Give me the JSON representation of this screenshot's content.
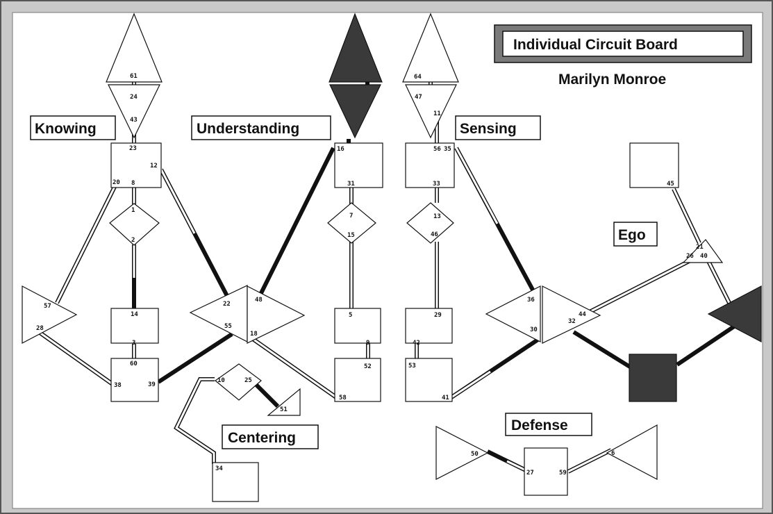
{
  "header": {
    "title": "Individual Circuit Board",
    "subject_name": "Marilyn Monroe"
  },
  "labels": {
    "knowing": "Knowing",
    "understanding": "Understanding",
    "sensing": "Sensing",
    "ego": "Ego",
    "centering": "Centering",
    "defense": "Defense"
  },
  "gates": {
    "g61": "61",
    "g24": "24",
    "g43": "43",
    "g23": "23",
    "g12": "12",
    "g20": "20",
    "g8": "8",
    "g1": "1",
    "g2": "2",
    "g14": "14",
    "g3": "3",
    "g60": "60",
    "g38": "38",
    "g39": "39",
    "g57": "57",
    "g28": "28",
    "g22": "22",
    "g55": "55",
    "g48": "48",
    "g18": "18",
    "g16": "16",
    "g31": "31",
    "g7": "7",
    "g15": "15",
    "g5": "5",
    "g9": "9",
    "g52": "52",
    "g58": "58",
    "g64": "64",
    "g47": "47",
    "g11": "11",
    "g56": "56",
    "g35": "35",
    "g33": "33",
    "g13": "13",
    "g46": "46",
    "g29": "29",
    "g42": "42",
    "g53": "53",
    "g41": "41",
    "g36": "36",
    "g30": "30",
    "g32": "32",
    "g44": "44",
    "g21": "21",
    "g26": "26",
    "g40": "40",
    "g45": "45",
    "g10": "10",
    "g25": "25",
    "g51": "51",
    "g34": "34",
    "g50": "50",
    "g27": "27",
    "g59": "59",
    "g6": "6"
  },
  "colors": {
    "frame": "#c9c9c9",
    "defined_center": "#3a3a3a",
    "title_border": "#7a7a7a",
    "channel": "#111111"
  }
}
